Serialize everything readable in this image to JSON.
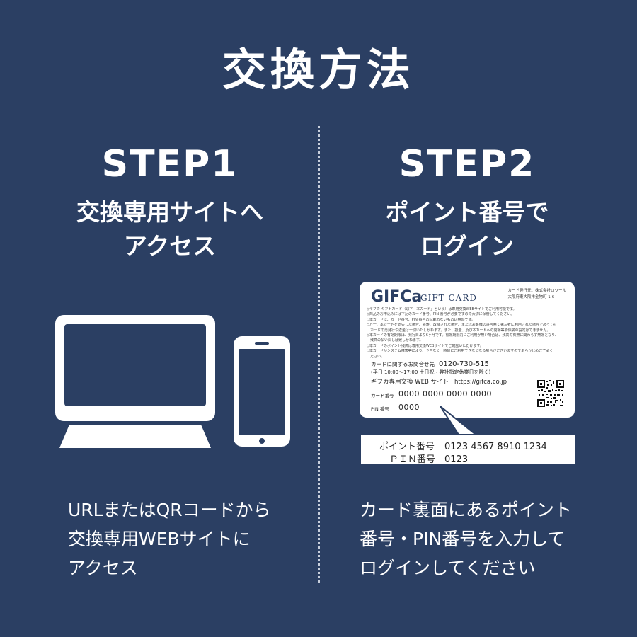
{
  "title": "交換方法",
  "step1": {
    "label": "STEP1",
    "heading_line1": "交換専用サイトへ",
    "heading_line2": "アクセス",
    "desc_line1": "URLまたはQRコードから",
    "desc_line2": "交換専用WEBサイトに",
    "desc_line3": "アクセス"
  },
  "step2": {
    "label": "STEP2",
    "heading_line1": "ポイント番号で",
    "heading_line2": "ログイン",
    "desc_line1": "カード裏面にあるポイント",
    "desc_line2": "番号・PIN番号を入力して",
    "desc_line3": "ログインしてください"
  },
  "card": {
    "logo": "GIFCa",
    "subtitle": "GIFT CARD",
    "issuer_line1": "カード発行元：株式会社ロワール",
    "issuer_line2": "大阪府東大阪市金物町 1-6",
    "terms": [
      "◇ギフカ ギフトカード（以下「本カード」という）は専用交換WEBサイトでご利用可能です。",
      "◇商品のお申込みには下記のカード番号、PIN 番号が必要ですので大切に保管してください。",
      "◇本カードに、カード番号、PIN 番号の記載のないものは無効です。",
      "◇万一、本カードを紛失した場合、盗難、改竄された場合、またはお客様の許可無く第三者に利用された場合であっても",
      "　カードの再発行や返金は一切いたしかねます。また、換金、及び本カードへの開場等助保険の設定はできません。",
      "◇本カードの有効期限は、発行日より6ヶ月です。有効期限内にご利用が無い場合は、残高の有無に関わらず無効となり、",
      "　残高の払い戻しは致しかねます。",
      "◇本カードのポイント残高は専用交換WEBサイトでご確認いただけます。",
      "◇本カードがシステム障害等により、予告なく一時的にご利用できなくなる場合がございますのであらかじめご了承く",
      "　ださい。"
    ],
    "inquiry_label": "カードに関するお問合せ先",
    "phone": "0120-730-515",
    "hours": "(平日 10:00～17:00 土日祝・弊社指定休業日を除く)",
    "site_label": "ギフカ専用交換 WEB サイト",
    "site_url": "https://gifca.co.jp",
    "card_number_label": "カード番号",
    "card_number": "0000  0000  0000  0000",
    "pin_label": "PIN 番号",
    "pin": "0000"
  },
  "callout": {
    "point_label": "ポイント番号",
    "point_value": "0123  4567  8910  1234",
    "pin_label": "ＰＩＮ番号",
    "pin_value": "0123"
  }
}
